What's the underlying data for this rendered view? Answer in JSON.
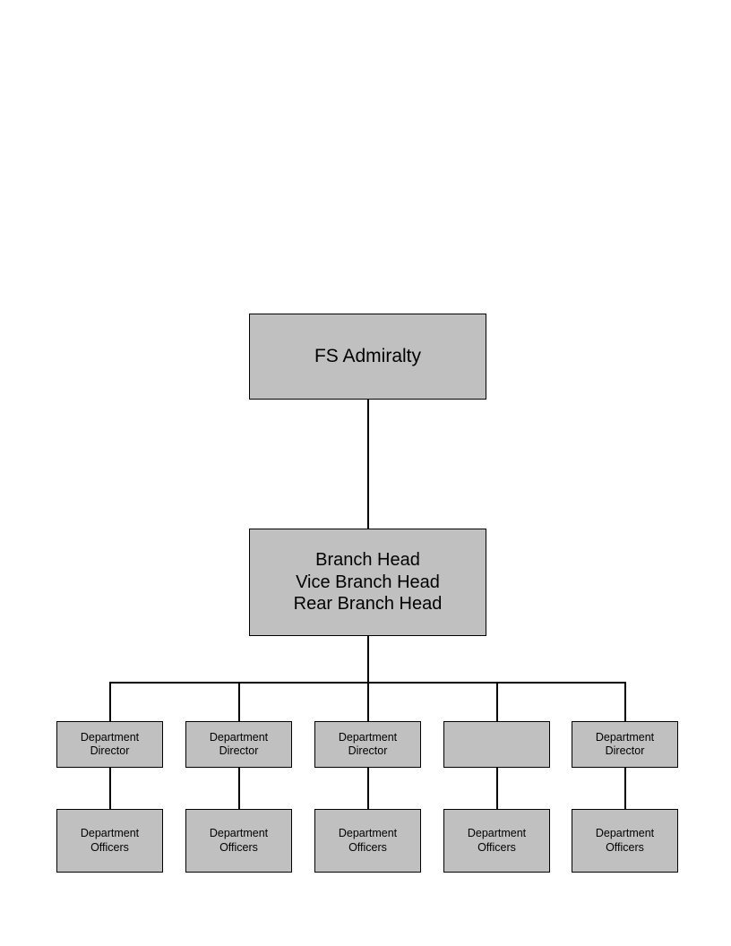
{
  "chart": {
    "type": "org-chart",
    "title": "",
    "background_color": "#ffffff",
    "node_fill_color": "#c0c0c0",
    "node_border_color": "#000000",
    "connector_color": "#000000",
    "levels": [
      {
        "level": 1,
        "nodes": [
          {
            "id": "root",
            "label": "FS Admiralty"
          }
        ]
      },
      {
        "level": 2,
        "nodes": [
          {
            "id": "branch",
            "label": "Branch Head\nVice Branch Head\nRear Branch Head"
          }
        ]
      },
      {
        "level": 3,
        "nodes": [
          {
            "id": "dir-1",
            "label": "Department\nDirector"
          },
          {
            "id": "dir-2",
            "label": "Department\nDirector"
          },
          {
            "id": "dir-3",
            "label": "Department\nDirector"
          },
          {
            "id": "dir-4",
            "label": ""
          },
          {
            "id": "dir-5",
            "label": "Department\nDirector"
          }
        ]
      },
      {
        "level": 4,
        "nodes": [
          {
            "id": "off-1",
            "label": "Department\nOfficers"
          },
          {
            "id": "off-2",
            "label": "Department\nOfficers"
          },
          {
            "id": "off-3",
            "label": "Department\nOfficers"
          },
          {
            "id": "off-4",
            "label": "Department\nOfficers"
          },
          {
            "id": "off-5",
            "label": "Department\nOfficers"
          }
        ]
      }
    ]
  }
}
